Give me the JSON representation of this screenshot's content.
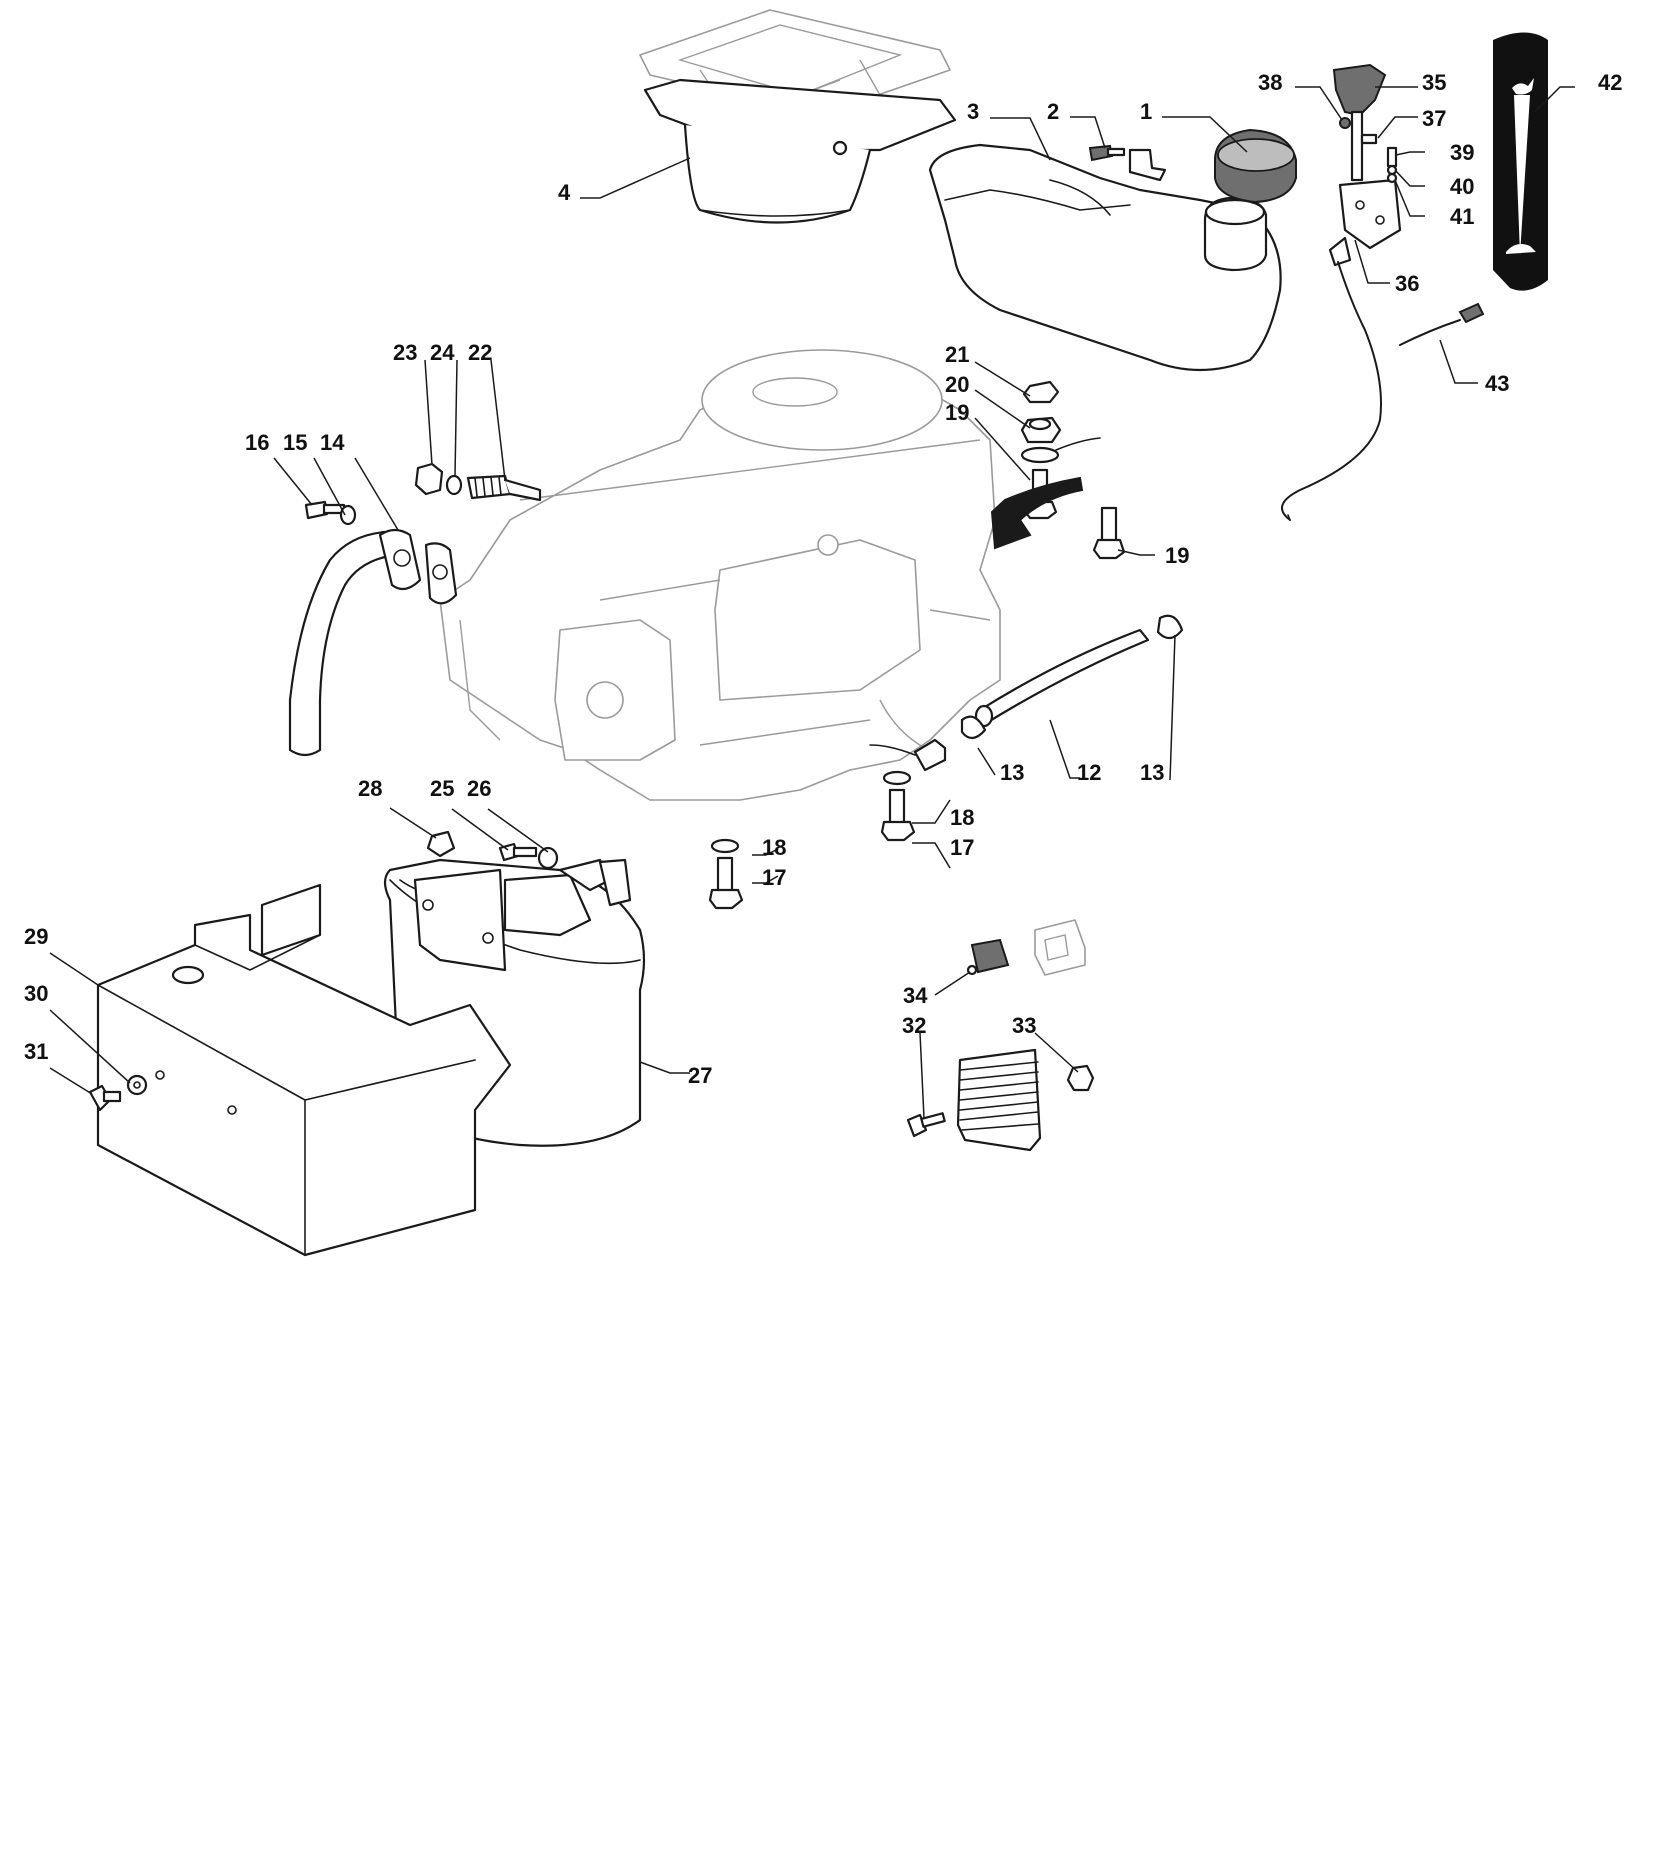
{
  "callouts": [
    {
      "id": "c1",
      "label": "1"
    },
    {
      "id": "c2",
      "label": "2"
    },
    {
      "id": "c3",
      "label": "3"
    },
    {
      "id": "c4",
      "label": "4"
    },
    {
      "id": "c12",
      "label": "12"
    },
    {
      "id": "c13a",
      "label": "13"
    },
    {
      "id": "c13b",
      "label": "13"
    },
    {
      "id": "c14",
      "label": "14"
    },
    {
      "id": "c15",
      "label": "15"
    },
    {
      "id": "c16",
      "label": "16"
    },
    {
      "id": "c17a",
      "label": "17"
    },
    {
      "id": "c17b",
      "label": "17"
    },
    {
      "id": "c18a",
      "label": "18"
    },
    {
      "id": "c18b",
      "label": "18"
    },
    {
      "id": "c19a",
      "label": "19"
    },
    {
      "id": "c19b",
      "label": "19"
    },
    {
      "id": "c20",
      "label": "20"
    },
    {
      "id": "c21",
      "label": "21"
    },
    {
      "id": "c22",
      "label": "22"
    },
    {
      "id": "c23",
      "label": "23"
    },
    {
      "id": "c24",
      "label": "24"
    },
    {
      "id": "c25",
      "label": "25"
    },
    {
      "id": "c26",
      "label": "26"
    },
    {
      "id": "c27",
      "label": "27"
    },
    {
      "id": "c28",
      "label": "28"
    },
    {
      "id": "c29",
      "label": "29"
    },
    {
      "id": "c30",
      "label": "30"
    },
    {
      "id": "c31",
      "label": "31"
    },
    {
      "id": "c32",
      "label": "32"
    },
    {
      "id": "c33",
      "label": "33"
    },
    {
      "id": "c34",
      "label": "34"
    },
    {
      "id": "c35",
      "label": "35"
    },
    {
      "id": "c36",
      "label": "36"
    },
    {
      "id": "c37",
      "label": "37"
    },
    {
      "id": "c38",
      "label": "38"
    },
    {
      "id": "c39",
      "label": "39"
    },
    {
      "id": "c40",
      "label": "40"
    },
    {
      "id": "c41",
      "label": "41"
    },
    {
      "id": "c42",
      "label": "42"
    },
    {
      "id": "c43",
      "label": "43"
    }
  ],
  "icons": {
    "throttle_fast": "rabbit-icon",
    "throttle_slow": "turtle-icon"
  },
  "colors": {
    "line": "#1a1a1a",
    "ghost_line": "#9a9a9a",
    "decal_background": "#111111"
  }
}
